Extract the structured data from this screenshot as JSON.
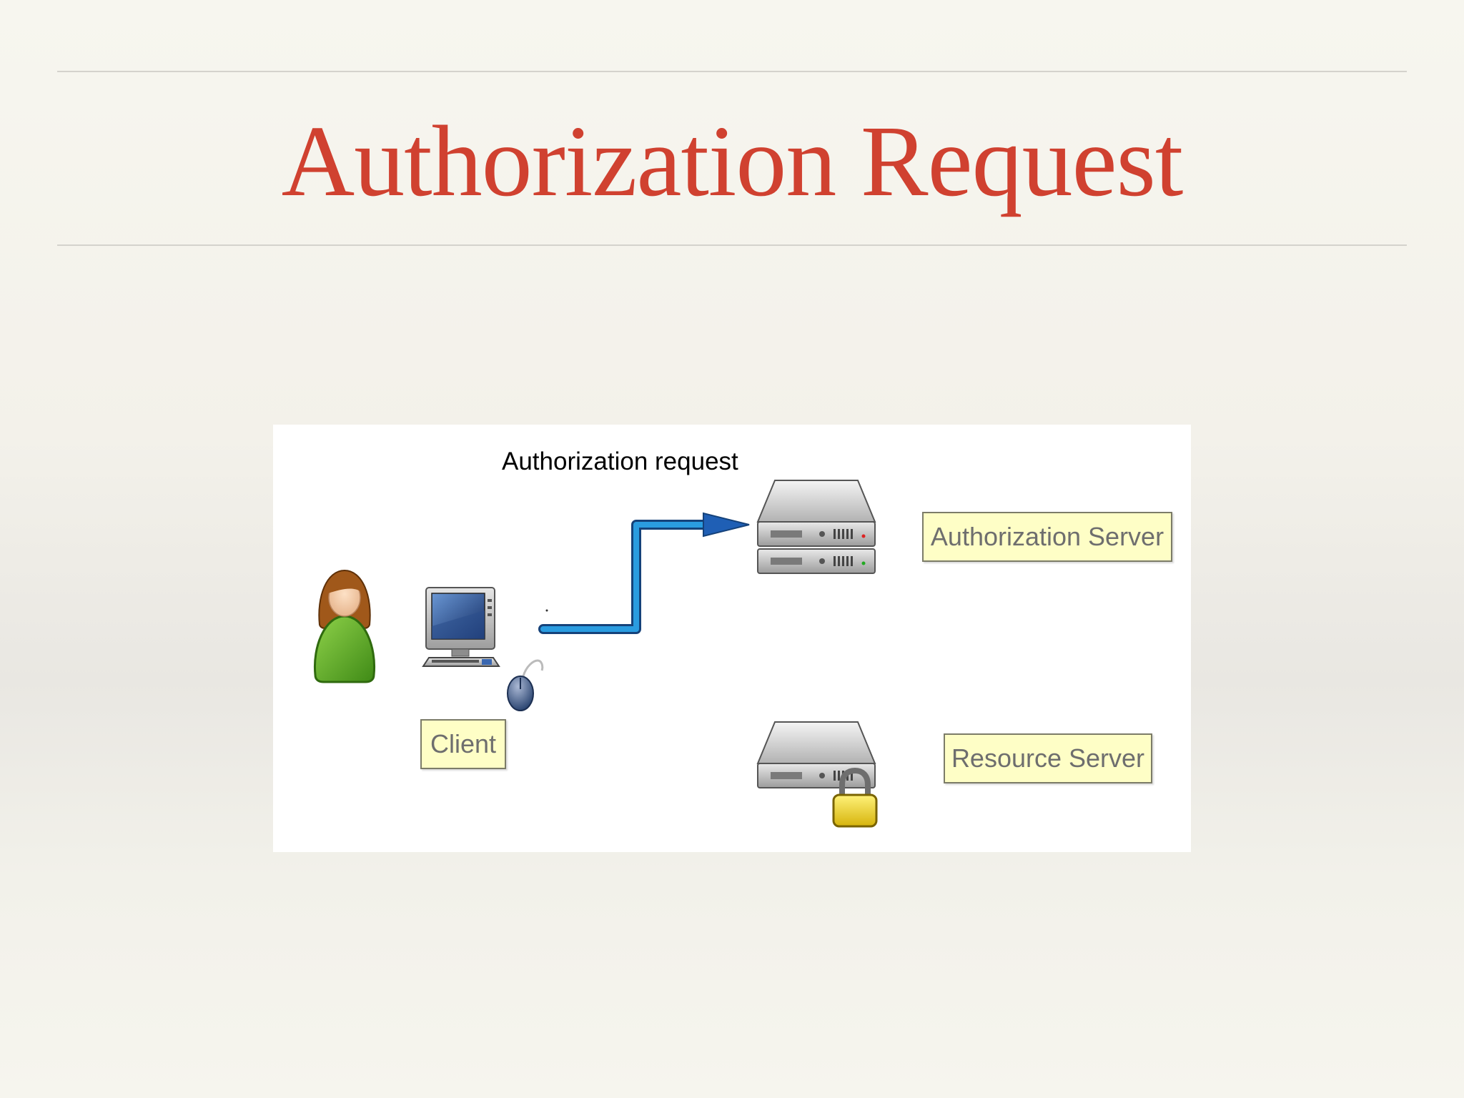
{
  "slide": {
    "title": "Authorization Request"
  },
  "diagram": {
    "flow_label": "Authorization request",
    "nodes": {
      "client": "Client",
      "authorization_server": "Authorization Server",
      "resource_server": "Resource Server"
    },
    "icons": [
      "user-icon",
      "computer-icon",
      "mouse-icon",
      "server-stack-icon",
      "server-icon",
      "padlock-icon",
      "arrow-icon"
    ],
    "colors": {
      "title": "#d04130",
      "arrow": "#2a9ce0",
      "arrow_outline": "#15427a",
      "label_box": "#fefec6",
      "user_body": "#6ab82b",
      "user_hair": "#a0581a",
      "lock": "#f0d020"
    }
  }
}
